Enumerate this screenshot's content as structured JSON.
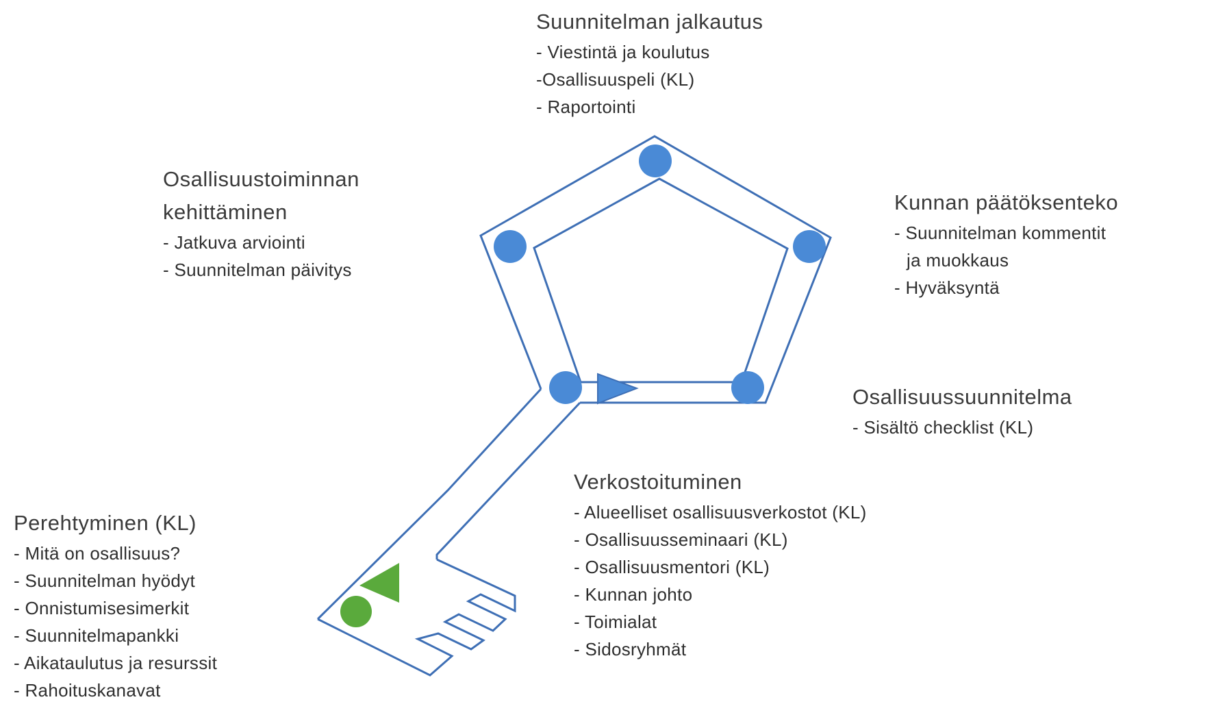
{
  "colors": {
    "outline": "#3e6fb5",
    "node_fill": "#4a8ad6",
    "green": "#5aaa3c",
    "text": "#2e2e2e"
  },
  "sections": {
    "jalkautus": {
      "title": "Suunnitelman jalkautus",
      "items": [
        "- Viestintä ja koulutus",
        "-Osallisuuspeli (KL)",
        "- Raportointi"
      ]
    },
    "kehittaminen": {
      "title_line1": "Osallisuustoiminnan",
      "title_line2": "kehittäminen",
      "items": [
        "- Jatkuva arviointi",
        "- Suunnitelman päivitys"
      ]
    },
    "paatoksenteko": {
      "title": "Kunnan päätöksenteko",
      "items": [
        "- Suunnitelman kommentit",
        "ja muokkaus",
        "- Hyväksyntä"
      ]
    },
    "suunnitelma": {
      "title": "Osallisuussuunnitelma",
      "items": [
        "- Sisältö checklist (KL)"
      ]
    },
    "verkostoituminen": {
      "title": "Verkostoituminen",
      "items": [
        "- Alueelliset osallisuusverkostot (KL)",
        "- Osallisuusseminaari (KL)",
        "- Osallisuusmentori (KL)",
        "- Kunnan johto",
        "- Toimialat",
        "- Sidosryhmät"
      ]
    },
    "perehtyminen": {
      "title": "Perehtyminen (KL)",
      "items": [
        "- Mitä on osallisuus?",
        "- Suunnitelman hyödyt",
        "- Onnistumisesimerkit",
        "- Suunnitelmapankki",
        "- Aikataulutus ja resurssit",
        "- Rahoituskanavat"
      ]
    }
  }
}
